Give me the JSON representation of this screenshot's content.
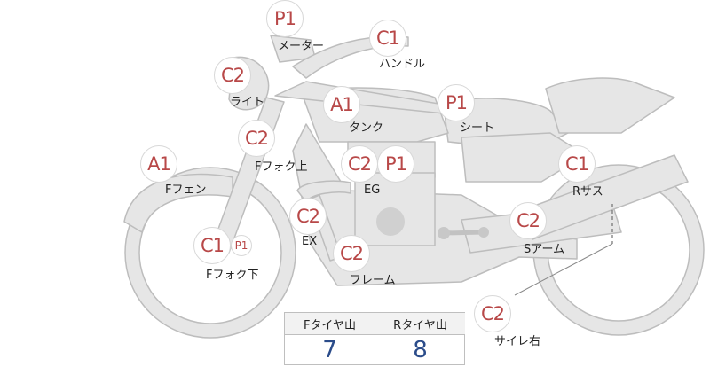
{
  "colors": {
    "part_fill": "#e6e6e6",
    "part_stroke": "#bdbdbd",
    "grade_red": "#b84848",
    "value_blue": "#2b4c8a"
  },
  "parts": [
    {
      "id": "meter",
      "grade": "P1",
      "label": "メーター"
    },
    {
      "id": "handle",
      "grade": "C1",
      "label": "ハンドル"
    },
    {
      "id": "light",
      "grade": "C2",
      "label": "ライト"
    },
    {
      "id": "tank",
      "grade": "A1",
      "label": "タンク"
    },
    {
      "id": "seat",
      "grade": "P1",
      "label": "シート"
    },
    {
      "id": "ffork-upper",
      "grade": "C2",
      "label": "Fフォク上"
    },
    {
      "id": "ffender",
      "grade": "A1",
      "label": "Fフェン"
    },
    {
      "id": "engine",
      "grade": "C2",
      "grade2": "P1",
      "label": "EG"
    },
    {
      "id": "rsus",
      "grade": "C1",
      "label": "Rサス"
    },
    {
      "id": "exhaust",
      "grade": "C2",
      "label": "EX"
    },
    {
      "id": "swingarm",
      "grade": "C2",
      "label": "Sアーム"
    },
    {
      "id": "ffork-lower",
      "grade": "C1",
      "grade2": "P1",
      "label": "Fフォク下"
    },
    {
      "id": "frame",
      "grade": "C2",
      "label": "フレーム"
    },
    {
      "id": "muffler-right",
      "grade": "C2",
      "label": "サイレ右"
    }
  ],
  "tire_table": {
    "front_header": "Fタイヤ山",
    "front_value": "7",
    "rear_header": "Rタイヤ山",
    "rear_value": "8"
  }
}
